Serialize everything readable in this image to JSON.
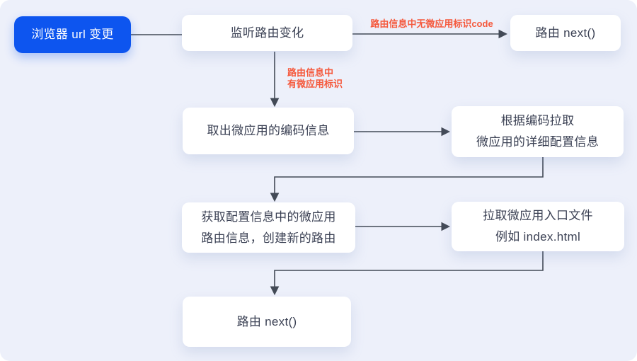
{
  "diagram": {
    "colors": {
      "background": "#edf0fa",
      "node_background": "#ffffff",
      "accent_blue": "#0d55ef",
      "label_red": "#f5593d",
      "line": "#434a56",
      "node_text": "#3b4154"
    },
    "nodes": {
      "start": "浏览器 url 变更",
      "listen": "监听路由变化",
      "route_next_top": "路由 next()",
      "extract_code": "取出微应用的编码信息",
      "fetch_config": "根据编码拉取\n微应用的详细配置信息",
      "create_route": "获取配置信息中的微应用\n路由信息，创建新的路由",
      "fetch_entry": "拉取微应用入口文件\n例如 index.html",
      "route_next_bottom": "路由 next()"
    },
    "edge_labels": {
      "no_app_code": "路由信息中无微应用标识code",
      "has_app_code": "路由信息中\n有微应用标识"
    }
  }
}
